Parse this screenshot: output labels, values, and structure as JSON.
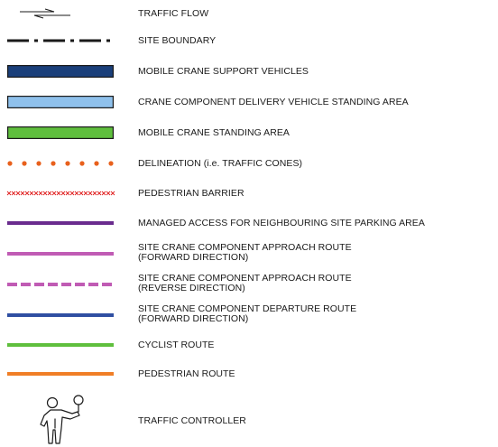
{
  "legend": {
    "items": [
      {
        "key": "traffic_flow",
        "label": "TRAFFIC FLOW",
        "icon": "double-arrow-icon",
        "color": "#1a1a1a"
      },
      {
        "key": "site_boundary",
        "label": "SITE BOUNDARY",
        "icon": "dash-dot-line-icon",
        "color": "#1a1a1a"
      },
      {
        "key": "support_vehicles",
        "label": "MOBILE CRANE SUPPORT VEHICLES",
        "icon": "filled-rect-icon",
        "color": "#1a3f7a"
      },
      {
        "key": "delivery_standing",
        "label": "CRANE COMPONENT DELIVERY VEHICLE STANDING AREA",
        "icon": "filled-rect-icon",
        "color": "#8fc1ec"
      },
      {
        "key": "crane_standing",
        "label": "MOBILE CRANE STANDING AREA",
        "icon": "filled-rect-icon",
        "color": "#5fbf3d"
      },
      {
        "key": "delineation",
        "label": "DELINEATION (i.e. TRAFFIC CONES)",
        "icon": "dotted-line-icon",
        "color": "#e8601c"
      },
      {
        "key": "pedestrian_barrier",
        "label": "PEDESTRIAN BARRIER",
        "icon": "cross-line-icon",
        "color": "#e02020"
      },
      {
        "key": "managed_access",
        "label": "MANAGED ACCESS FOR NEIGHBOURING SITE PARKING AREA",
        "icon": "solid-line-icon",
        "color": "#6a2c8e"
      },
      {
        "key": "approach_forward",
        "label_lines": [
          "SITE CRANE COMPONENT APPROACH ROUTE",
          "(FORWARD DIRECTION)"
        ],
        "icon": "solid-line-icon",
        "color": "#c05bb4"
      },
      {
        "key": "approach_reverse",
        "label_lines": [
          "SITE CRANE COMPONENT APPROACH ROUTE",
          "(REVERSE DIRECTION)"
        ],
        "icon": "dashed-line-icon",
        "color": "#c05bb4"
      },
      {
        "key": "departure_forward",
        "label_lines": [
          "SITE CRANE COMPONENT DEPARTURE ROUTE",
          "(FORWARD DIRECTION)"
        ],
        "icon": "solid-line-icon",
        "color": "#2f4fa2"
      },
      {
        "key": "cyclist_route",
        "label": "CYCLIST ROUTE",
        "icon": "solid-line-icon",
        "color": "#5fbf3d"
      },
      {
        "key": "pedestrian_route",
        "label": "PEDESTRIAN ROUTE",
        "icon": "solid-line-icon",
        "color": "#f07e26"
      },
      {
        "key": "traffic_controller",
        "label": "TRAFFIC CONTROLLER",
        "icon": "traffic-controller-icon",
        "color": "#1a1a1a"
      }
    ]
  }
}
